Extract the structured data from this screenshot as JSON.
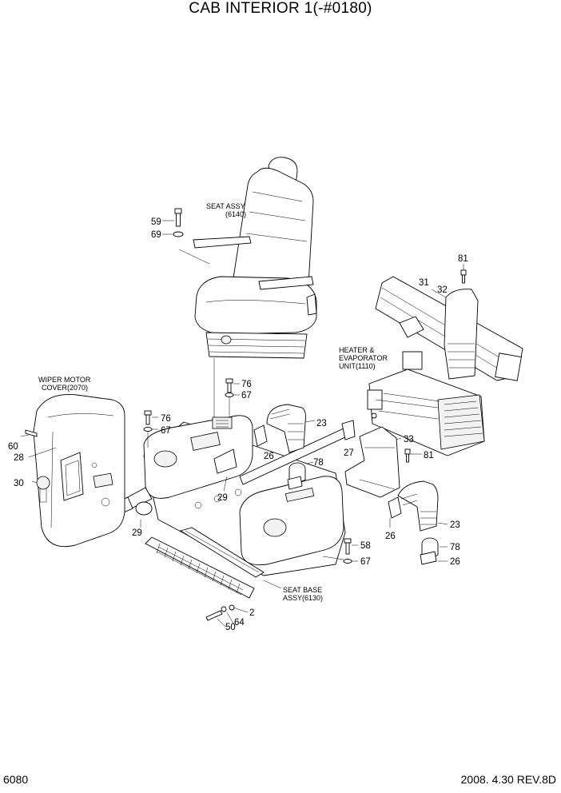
{
  "title": "CAB INTERIOR 1(-#0180)",
  "page_number": "6080",
  "revision": "2008.  4.30  REV.8D",
  "callouts": {
    "seat_assy": [
      "SEAT ASSY",
      "(6140)"
    ],
    "heater": [
      "HEATER &",
      "EVAPORATOR",
      "UNIT(1110)"
    ],
    "wiper": [
      "WIPER MOTOR",
      "COVER(2070)"
    ],
    "seat_base": [
      "SEAT BASE",
      "ASSY(6130)"
    ]
  },
  "part_numbers": {
    "p59": "59",
    "p69": "69",
    "p81a": "81",
    "p31": "31",
    "p32": "32",
    "p76a": "76",
    "p67a": "67",
    "p76b": "76",
    "p67b": "67",
    "p23a": "23",
    "p26a": "26",
    "p78a": "78",
    "p27": "27",
    "p33": "33",
    "p81b": "81",
    "p60": "60",
    "p28": "28",
    "p30": "30",
    "p29a": "29",
    "p29b": "29",
    "p26b": "26",
    "p23b": "23",
    "p78b": "78",
    "p26c": "26",
    "p58": "58",
    "p67c": "67",
    "p2": "2",
    "p64": "64",
    "p50": "50"
  }
}
